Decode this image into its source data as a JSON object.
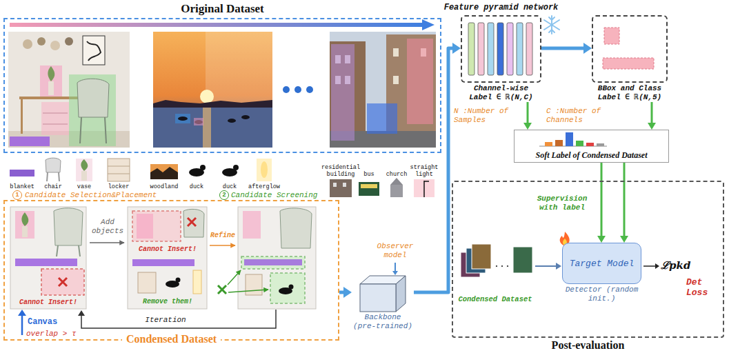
{
  "diagram": {
    "nodes": [
      {
        "text": [
          "Original Dataset"
        ]
      },
      {
        "text": [
          "Condensed Dataset"
        ]
      },
      {
        "text": [
          "Backbone (pre-trained)"
        ]
      },
      {
        "text": [
          "Feature pyramid network",
          "Channel-wise Label ∈ ℝ(N,C)"
        ]
      },
      {
        "text": [
          "BBox and Class Label ∈ ℝ(N,5)"
        ]
      },
      {
        "text": [
          "Soft Label of Condensed Dataset"
        ]
      },
      {
        "text": [
          "Post-evaluation"
        ]
      },
      {
        "text": [
          "Target Model",
          "Detector (random init.)"
        ],
        "in": 6
      }
    ],
    "edges": [
      {
        "from": 1,
        "to": 2,
        "arrow": "to"
      },
      {
        "from": 2,
        "to": 3,
        "arrow": "to"
      },
      {
        "from": 3,
        "to": 4,
        "arrow": "to"
      },
      {
        "from": 3,
        "to": 5,
        "arrow": "to"
      },
      {
        "from": 4,
        "to": 5,
        "arrow": "to"
      },
      {
        "from": 5,
        "to": 7,
        "arrow": "to",
        "label": "Supervision with label"
      },
      {
        "from": 5,
        "to": 7,
        "arrow": "to"
      }
    ],
    "labels": [
      "1",
      "Candidate Selection&Placement",
      "2",
      "Candidate Screening",
      "blanket",
      "chair",
      "vase",
      "locker",
      "woodland",
      "duck",
      "duck",
      "afterglow",
      "residential building",
      "bus",
      "church",
      "straight light",
      "Add objects",
      "Cannot Insert!",
      "Cannot Insert!",
      "Refine",
      "Remove them!",
      "overlap > τ",
      "Canvas",
      "Iteration",
      "Observer model",
      "N :Number of Samples",
      "C :Number of Channels",
      "Condensed Dataset",
      "ℒpkd",
      "Det Loss"
    ]
  }
}
